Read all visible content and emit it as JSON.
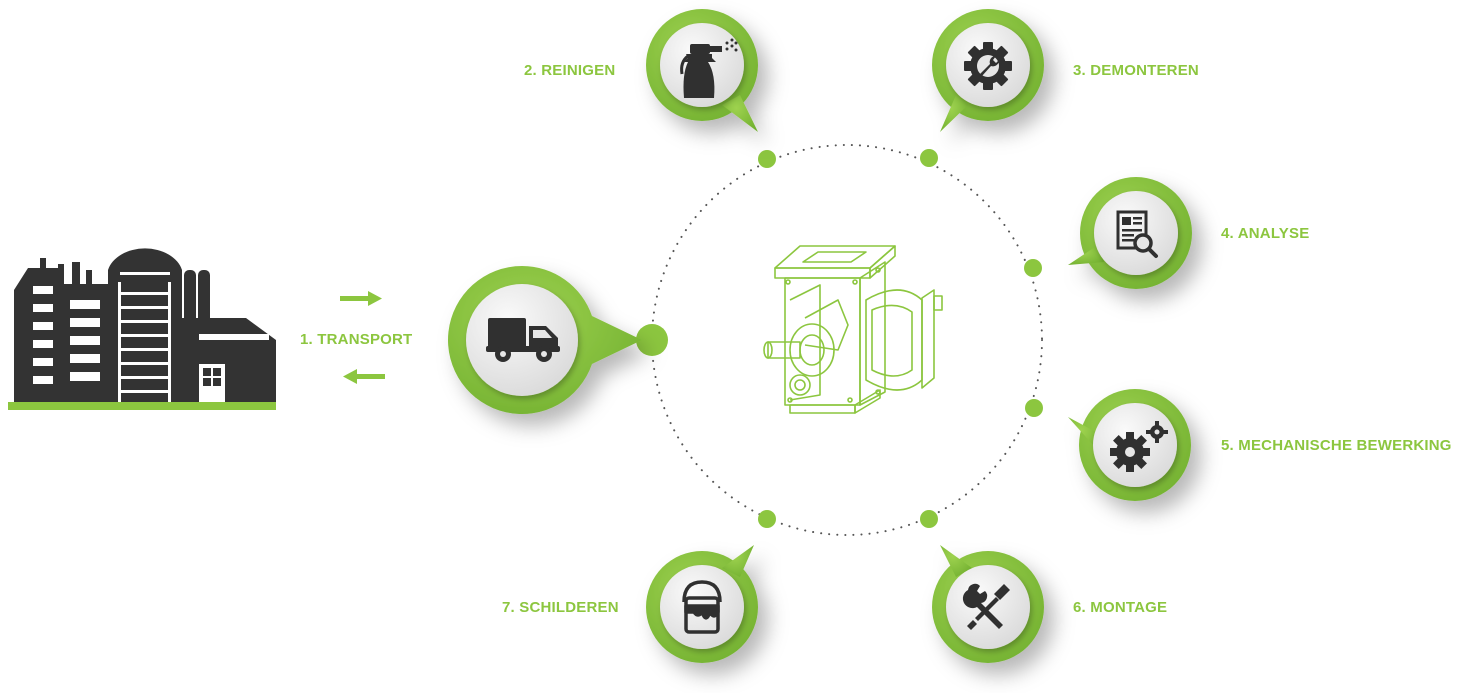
{
  "colors": {
    "accent": "#8cc63f",
    "dark": "#333333",
    "badge_face": "#e6e6e6",
    "icon": "#303030"
  },
  "steps": [
    {
      "label": "1. TRANSPORT",
      "icon": "truck-icon"
    },
    {
      "label": "2. REINIGEN",
      "icon": "spray-bottle-icon"
    },
    {
      "label": "3. DEMONTEREN",
      "icon": "gear-wrench-icon"
    },
    {
      "label": "4. ANALYSE",
      "icon": "document-search-icon"
    },
    {
      "label": "5. MECHANISCHE BEWERKING",
      "icon": "gears-icon"
    },
    {
      "label": "6. MONTAGE",
      "icon": "tools-icon"
    },
    {
      "label": "7. SCHILDEREN",
      "icon": "paint-bucket-icon"
    }
  ],
  "center_icon": "rotary-valve-icon",
  "factory_icon": "factory-icon",
  "flow_arrows": [
    "arrow-right-icon",
    "arrow-left-icon"
  ]
}
